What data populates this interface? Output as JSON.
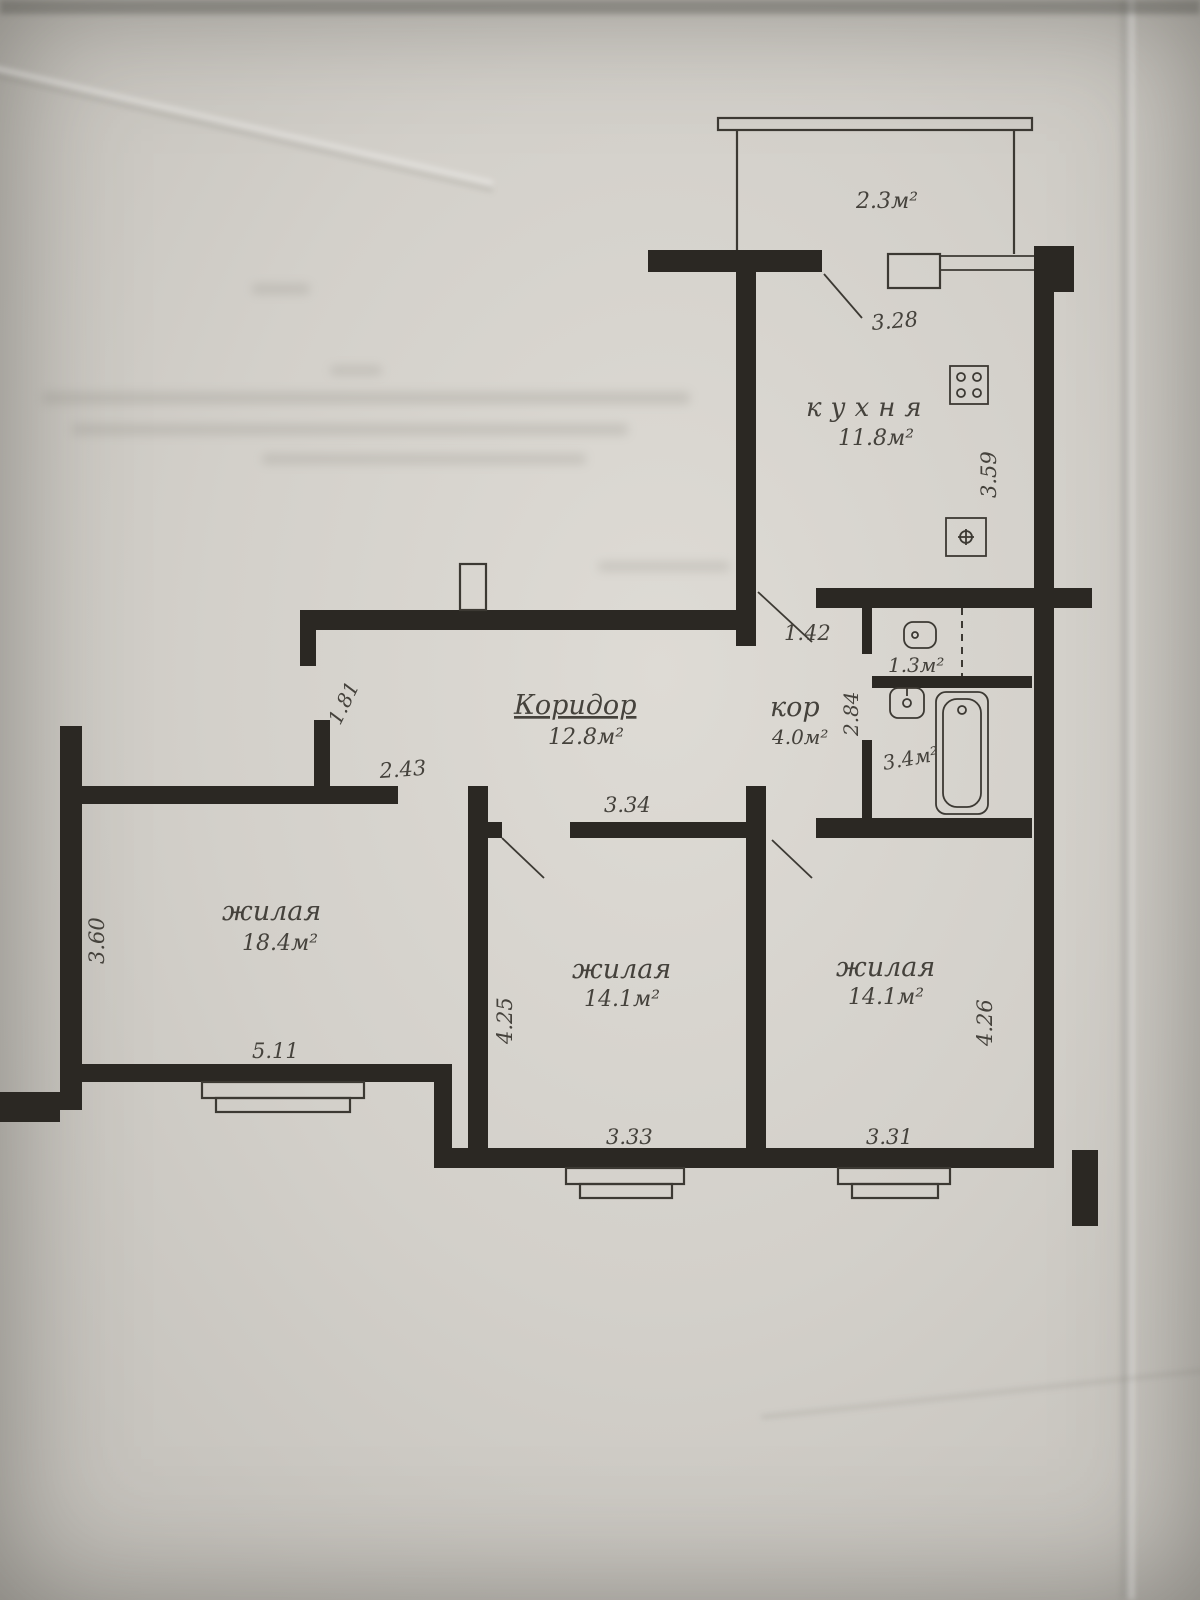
{
  "plan": {
    "balcony": {
      "area": "2.3м²"
    },
    "kitchen": {
      "name": "кухня",
      "area": "11.8м²"
    },
    "wc": {
      "area": "1.3м²"
    },
    "hall": {
      "name": "кор",
      "area": "4.0м²"
    },
    "bathroom": {
      "area": "3.4м²"
    },
    "corridor": {
      "name": "Коридор",
      "area": "12.8м²"
    },
    "room_left": {
      "name": "жилая",
      "area": "18.4м²"
    },
    "room_middle": {
      "name": "жилая",
      "area": "14.1м²"
    },
    "room_right": {
      "name": "жилая",
      "area": "14.1м²"
    },
    "dimensions": {
      "balcony_door": "3.28",
      "kitchen_depth": "3.59",
      "kitchen_entry": "1.42",
      "wc_depth": "2.84",
      "corridor_nook": "1.81",
      "corridor_top": "2.43",
      "middle_top": "3.34",
      "left_depth": "3.60",
      "left_width": "5.11",
      "middle_depth": "4.25",
      "middle_width": "3.33",
      "right_depth": "4.26",
      "right_width": "3.31"
    }
  }
}
